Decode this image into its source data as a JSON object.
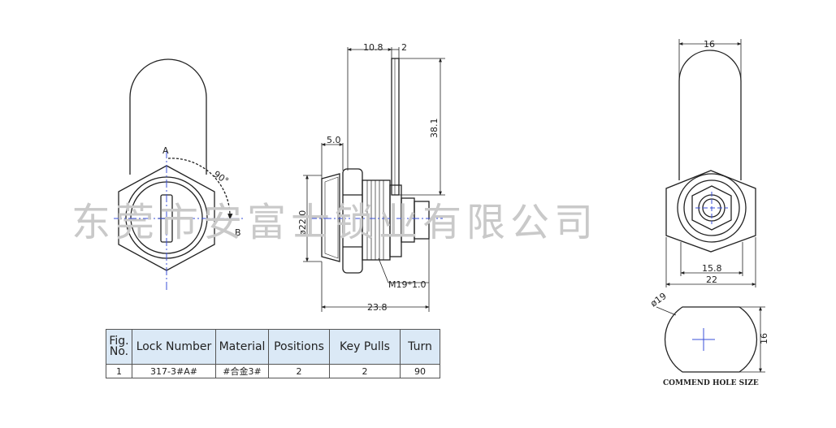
{
  "watermark": "东莞市安富士锁业有限公司",
  "front_view": {
    "label_a": "A",
    "label_b": "B",
    "angle": "90°"
  },
  "side_view": {
    "dim_top_a": "10.8",
    "dim_top_b": "2",
    "dim_mid": "5.0",
    "dim_height": "38.1",
    "dim_dia": "ø22.0",
    "dim_thread": "M19*1.0",
    "dim_length": "23.8"
  },
  "right_view": {
    "dim_top": "16",
    "dim_inner": "15.8",
    "dim_outer": "22"
  },
  "hole_view": {
    "dim_dia": "ø19",
    "dim_flat": "16",
    "caption": "COMMEND HOLE SIZE"
  },
  "table": {
    "headers": [
      "Fig. No.",
      "Lock Number",
      "Material",
      "Positions",
      "Key Pulls",
      "Turn"
    ],
    "row": [
      "1",
      "317-3#A#",
      "#合金3#",
      "2",
      "2",
      "90"
    ]
  },
  "colors": {
    "line": "#222222",
    "center": "#3a4fd8",
    "header_bg": "#dbe9f6",
    "watermark": "#c9c9c9"
  }
}
